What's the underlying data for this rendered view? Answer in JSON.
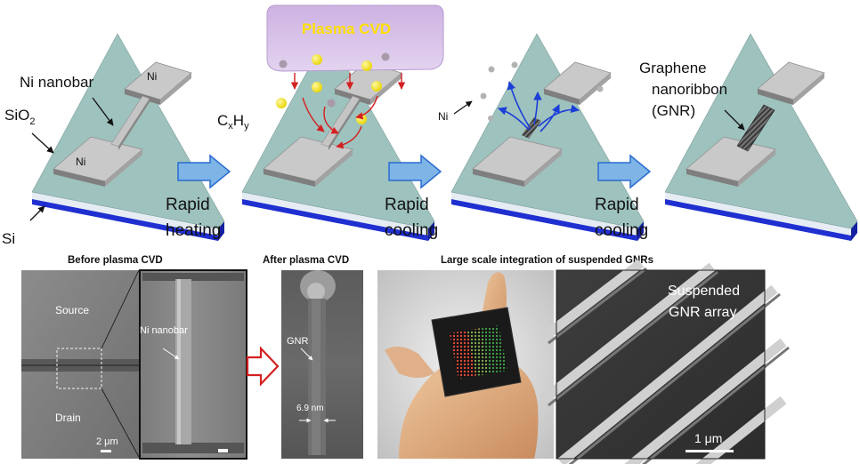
{
  "top": {
    "plasma_label": "Plasma CVD",
    "labels": {
      "ni_nanobar": "Ni nanobar",
      "sio2": "SiO",
      "sio2_sub": "2",
      "si": "Si",
      "ni_top": "Ni",
      "ni_bottom": "Ni",
      "cxhy_c": "C",
      "cxhy_x": "x",
      "cxhy_h": "H",
      "cxhy_y": "y",
      "ni_particles": "Ni",
      "graphene_line1": "Graphene",
      "graphene_line2": "nanoribbon",
      "graphene_line3": "(GNR)"
    },
    "steps": [
      {
        "line1": "Rapid",
        "line2": "heating"
      },
      {
        "line1": "Rapid",
        "line2": "cooling"
      },
      {
        "line1": "Rapid",
        "line2": "cooling"
      }
    ]
  },
  "bottom": {
    "before_title": "Before plasma CVD",
    "after_title": "After plasma CVD",
    "large_title": "Large  scale integration of suspended GNRs",
    "source": "Source",
    "drain": "Drain",
    "scale_2um": "2 μm",
    "ni_nanobar": "Ni nanobar",
    "gnr": "GNR",
    "width_label": "6.9 nm",
    "suspended_line1": "Suspended",
    "suspended_line2": "GNR array",
    "scale_1um": "1 μm"
  },
  "colors": {
    "chip_top": "#9ec2be",
    "chip_side_white": "#e6ecf4",
    "chip_side_blue": "#1f2fd0",
    "pad": "#c9c9c9",
    "plasma_box": "#d7bfe6",
    "plasma_text": "#ffe000",
    "arrow_blue": "#2a6cd1",
    "hollow_arrow": "#7eb4e6",
    "red_arrow": "#d42020"
  }
}
